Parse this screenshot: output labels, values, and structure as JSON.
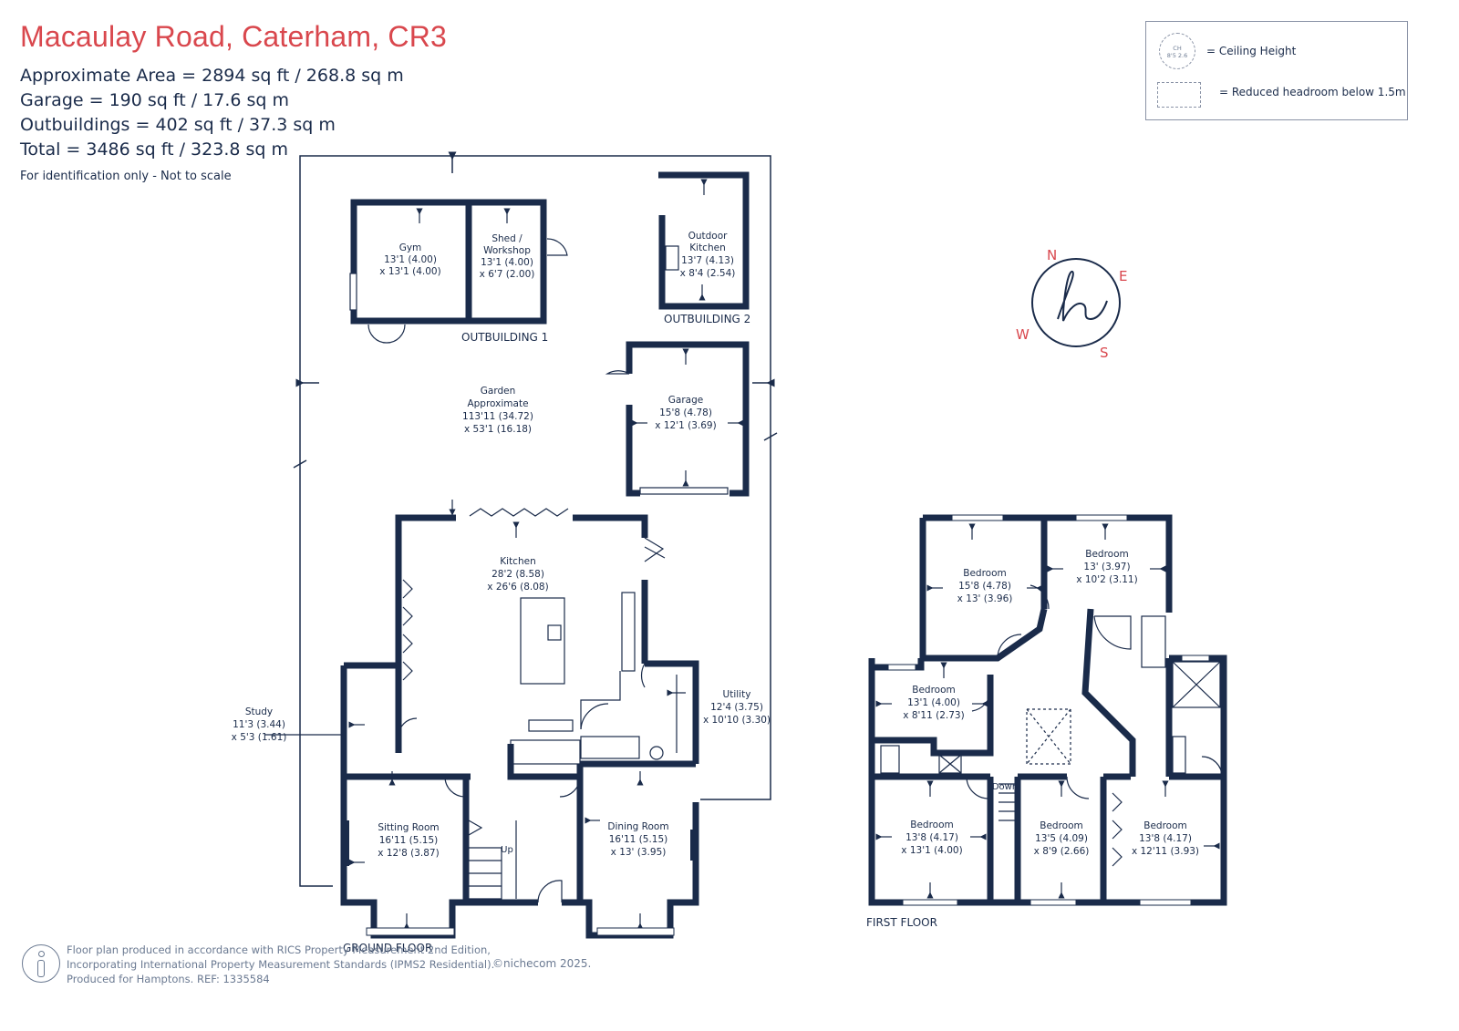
{
  "header": {
    "title": "Macaulay Road, Caterham, CR3",
    "area_line": "Approximate Area = 2894 sq ft / 268.8 sq m",
    "garage_line": "Garage = 190 sq ft / 17.6 sq m",
    "outbuildings_line": "Outbuildings = 402 sq ft / 37.3 sq m",
    "total_line": "Total = 3486 sq ft / 323.8 sq m",
    "note": "For identification only - Not to scale"
  },
  "legend": {
    "ceiling_symbol_top": "CH",
    "ceiling_symbol_bottom": "8'5 2.6",
    "ceiling_label": "= Ceiling Height",
    "reduced_label": "= Reduced headroom below 1.5m"
  },
  "compass": {
    "n": "N",
    "e": "E",
    "s": "S",
    "w": "W"
  },
  "rooms": {
    "gym": [
      "Gym",
      "13'1 (4.00)",
      "x 13'1 (4.00)"
    ],
    "shed": [
      "Shed /",
      "Workshop",
      "13'1 (4.00)",
      "x 6'7 (2.00)"
    ],
    "outdoor_kitchen": [
      "Outdoor",
      "Kitchen",
      "13'7 (4.13)",
      "x 8'4 (2.54)"
    ],
    "garden": [
      "Garden",
      "Approximate",
      "113'11 (34.72)",
      "x 53'1 (16.18)"
    ],
    "garage": [
      "Garage",
      "15'8 (4.78)",
      "x 12'1 (3.69)"
    ],
    "kitchen": [
      "Kitchen",
      "28'2 (8.58)",
      "x 26'6 (8.08)"
    ],
    "utility": [
      "Utility",
      "12'4 (3.75)",
      "x 10'10 (3.30)"
    ],
    "study": [
      "Study",
      "11'3 (3.44)",
      "x 5'3 (1.61)"
    ],
    "sitting": [
      "Sitting Room",
      "16'11 (5.15)",
      "x 12'8 (3.87)"
    ],
    "dining": [
      "Dining Room",
      "16'11 (5.15)",
      "x 13' (3.95)"
    ],
    "up": "Up",
    "bed1": [
      "Bedroom",
      "15'8 (4.78)",
      "x 13' (3.96)"
    ],
    "bed2": [
      "Bedroom",
      "13' (3.97)",
      "x 10'2 (3.11)"
    ],
    "bed3": [
      "Bedroom",
      "13'1 (4.00)",
      "x 8'11 (2.73)"
    ],
    "bed4": [
      "Bedroom",
      "13'8 (4.17)",
      "x 13'1 (4.00)"
    ],
    "bed5": [
      "Bedroom",
      "13'5 (4.09)",
      "x 8'9 (2.66)"
    ],
    "bed6": [
      "Bedroom",
      "13'8 (4.17)",
      "x 12'11 (3.93)"
    ],
    "down": "Down"
  },
  "labels": {
    "outbuilding1": "OUTBUILDING 1",
    "outbuilding2": "OUTBUILDING 2",
    "ground_floor": "GROUND FLOOR",
    "first_floor": "FIRST FLOOR"
  },
  "footer": {
    "line1": "Floor plan produced in accordance with RICS Property Measurement 2nd Edition,",
    "line2": "Incorporating International Property Measurement Standards (IPMS2 Residential).",
    "line3": "Produced for Hamptons.   REF:  1335584",
    "brand": "©nichecom 2025."
  },
  "colors": {
    "wall": "#1a2b4a",
    "title": "#d9474d",
    "compass": "#d9474d"
  }
}
